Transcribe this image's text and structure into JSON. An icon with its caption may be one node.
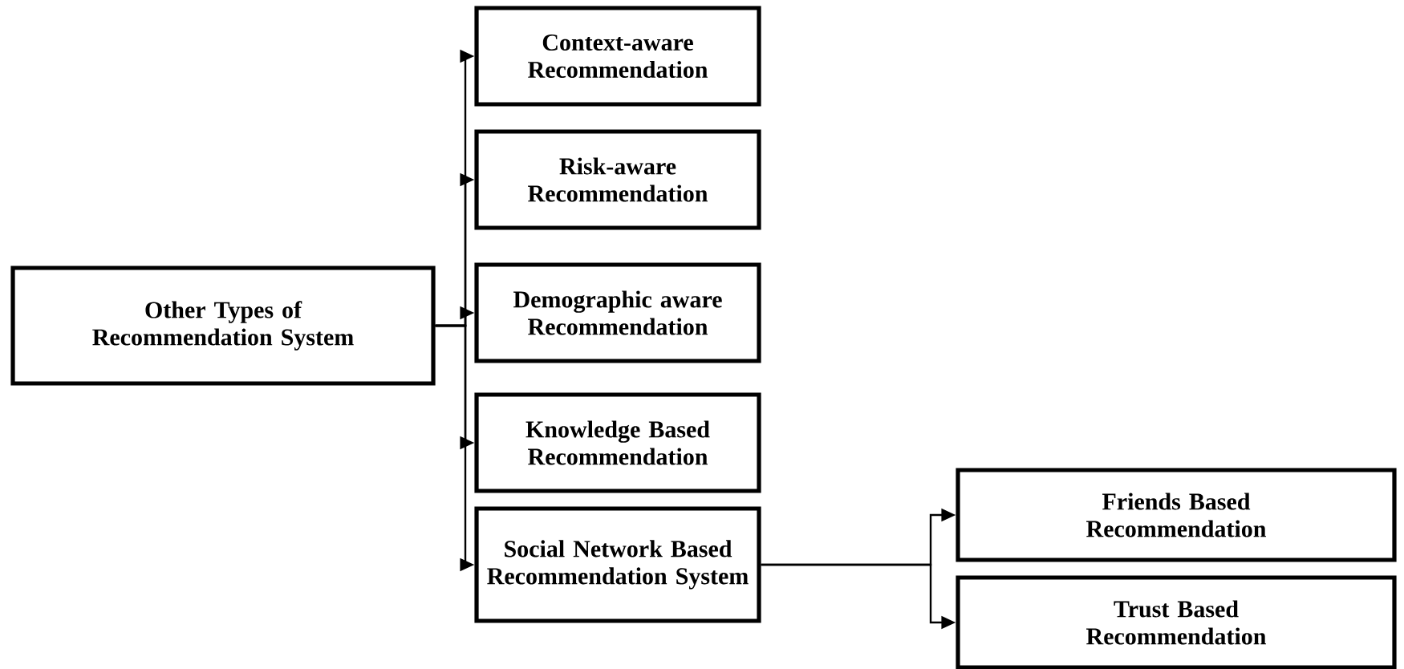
{
  "diagram": {
    "nodes": [
      {
        "text": [
          "Other Types of Recommendation System"
        ]
      },
      {
        "text": [
          "Context-aware Recommendation"
        ]
      },
      {
        "text": [
          "Risk-aware Recommendation"
        ]
      },
      {
        "text": [
          "Demographic aware Recommendation"
        ]
      },
      {
        "text": [
          "Knowledge Based Recommendation"
        ]
      },
      {
        "text": [
          "Social Network Based Recommendation System"
        ]
      },
      {
        "text": [
          "Friends Based Recommendation"
        ]
      },
      {
        "text": [
          "Trust Based Recommendation"
        ]
      }
    ],
    "edges": [
      {
        "from": 0,
        "to": 1,
        "arrow": "to"
      },
      {
        "from": 0,
        "to": 2,
        "arrow": "to"
      },
      {
        "from": 0,
        "to": 3,
        "arrow": "to"
      },
      {
        "from": 0,
        "to": 4,
        "arrow": "to"
      },
      {
        "from": 0,
        "to": 5,
        "arrow": "to"
      },
      {
        "from": 5,
        "to": 6,
        "arrow": "to"
      },
      {
        "from": 5,
        "to": 7,
        "arrow": "to"
      }
    ]
  }
}
